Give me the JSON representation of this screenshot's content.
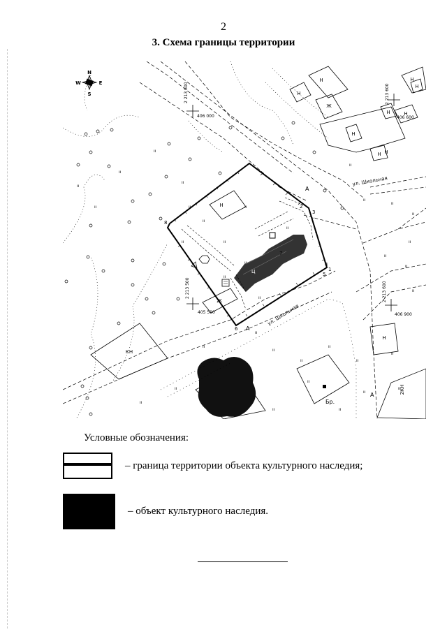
{
  "page": {
    "number": "2",
    "title": "3. Схема границы территории"
  },
  "map": {
    "compass": {
      "n": "N",
      "w": "W",
      "e": "E",
      "s": "S"
    },
    "street": "ул. Школьная",
    "boundary_points": [
      "1",
      "2",
      "3",
      "4",
      "5",
      "6",
      "7",
      "8"
    ],
    "coords": [
      "2 213 800",
      "406 000",
      "2 213 600",
      "406 600",
      "2 213 500",
      "405 500",
      "2 213 600",
      "406 900"
    ],
    "building_labels": [
      "Н",
      "Н",
      "Ж",
      "Н",
      "Н",
      "Н",
      "Н",
      "Н",
      "Н",
      "Н",
      "Н",
      "Ж",
      "КН",
      "Н",
      "2КН"
    ],
    "object_label": "Ц",
    "other_labels": {
      "a1": "А",
      "a2": "А",
      "a3": "А",
      "br": "Бр."
    }
  },
  "legend": {
    "heading": "Условные обозначения:",
    "border_text": "– граница территории объекта культурного наследия;",
    "object_text": "– объект культурного наследия."
  }
}
